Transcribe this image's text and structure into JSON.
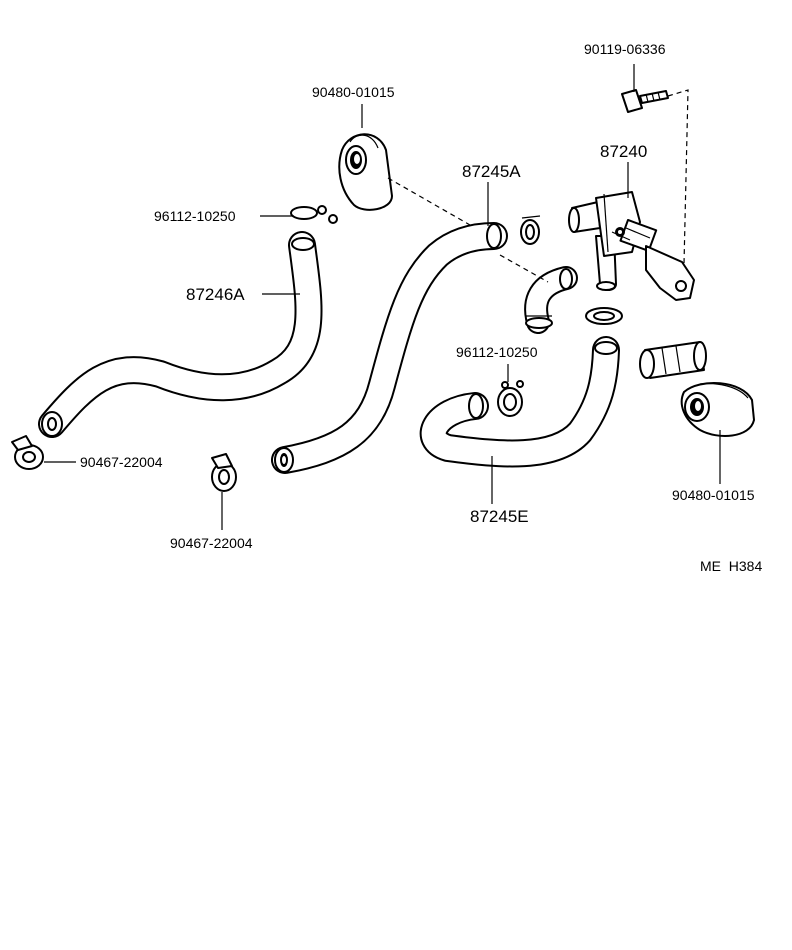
{
  "labels": {
    "bolt": "90119-06336",
    "grommet_top": "90480-01015",
    "valve": "87240",
    "hose_a_main": "87245A",
    "clamp_top": "96112-10250",
    "hose_left": "87246A",
    "clamp_mid": "96112-10250",
    "clip_left": "90467-22004",
    "clip_center": "90467-22004",
    "grommet_right": "90480-01015",
    "hose_e": "87245E",
    "diagram_code": "ME  H384"
  }
}
